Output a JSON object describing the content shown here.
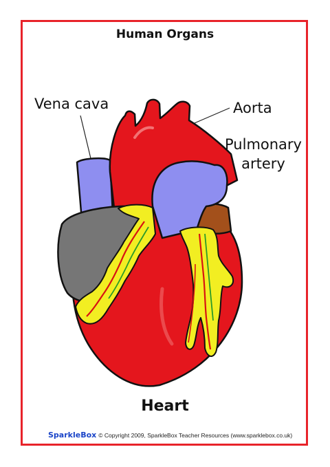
{
  "title": "Human Organs",
  "caption": "Heart",
  "labels": {
    "vena_cava": "Vena cava",
    "aorta": "Aorta",
    "pulmonary_line1": "Pulmonary",
    "pulmonary_line2": "artery"
  },
  "footer": {
    "brand": "SparkleBox",
    "copyright": "© Copyright 2009, SparkleBox Teacher Resources (www.sparklebox.co.uk)"
  },
  "colors": {
    "border": "#e8232a",
    "heart_red": "#e4161d",
    "vein_blue": "#8e8ef0",
    "atrium_gray": "#767676",
    "fat_yellow": "#f2ee22",
    "atrium_brown": "#a3501b",
    "brand_blue": "#1a44c8"
  }
}
